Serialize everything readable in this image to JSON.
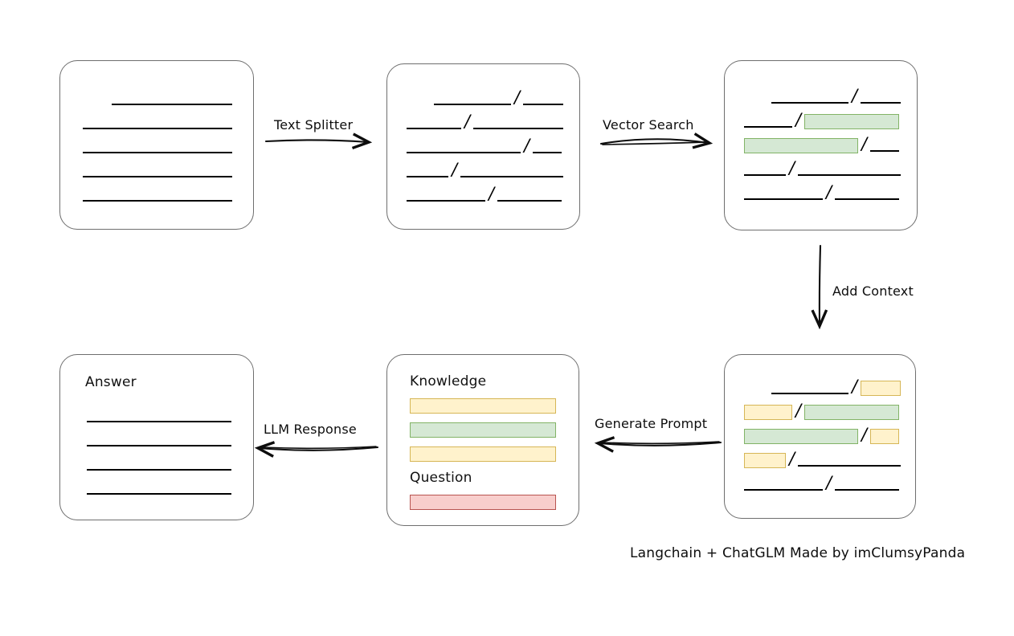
{
  "diagram": {
    "caption": "Langchain + ChatGLM Made by imClumsyPanda",
    "colors": {
      "green_fill": "#d5e8d4",
      "green_stroke": "#82b366",
      "yellow_fill": "#fff2cc",
      "yellow_stroke": "#d6b656",
      "red_fill": "#f8cecc",
      "red_stroke": "#b85450",
      "box_stroke": "#6e6e6e",
      "line_stroke": "#000000",
      "background": "#ffffff"
    },
    "nodes": [
      {
        "id": "source-document",
        "title": "",
        "rows": [
          {
            "segments": [
              {
                "type": "indent",
                "width": 36
              },
              {
                "type": "plain",
                "width": 150
              }
            ]
          },
          {
            "segments": [
              {
                "type": "plain",
                "width": 186
              }
            ]
          },
          {
            "segments": [
              {
                "type": "plain",
                "width": 186
              }
            ]
          },
          {
            "segments": [
              {
                "type": "plain",
                "width": 186
              }
            ]
          },
          {
            "segments": [
              {
                "type": "plain",
                "width": 186
              }
            ]
          }
        ]
      },
      {
        "id": "split-chunks",
        "title": "",
        "rows": [
          {
            "segments": [
              {
                "type": "indent",
                "width": 34
              },
              {
                "type": "plain",
                "width": 96
              },
              {
                "type": "slash",
                "mark": "/"
              },
              {
                "type": "plain",
                "width": 50
              }
            ]
          },
          {
            "segments": [
              {
                "type": "plain",
                "width": 68
              },
              {
                "type": "slash",
                "mark": "/"
              },
              {
                "type": "plain",
                "width": 112
              }
            ]
          },
          {
            "segments": [
              {
                "type": "plain",
                "width": 142
              },
              {
                "type": "slash",
                "mark": "/"
              },
              {
                "type": "plain",
                "width": 36
              }
            ]
          },
          {
            "segments": [
              {
                "type": "plain",
                "width": 52
              },
              {
                "type": "slash",
                "mark": "/"
              },
              {
                "type": "plain",
                "width": 128
              }
            ]
          },
          {
            "segments": [
              {
                "type": "plain",
                "width": 98
              },
              {
                "type": "slash",
                "mark": "/"
              },
              {
                "type": "plain",
                "width": 80
              }
            ]
          }
        ]
      },
      {
        "id": "vector-matched-chunks",
        "title": "",
        "rows": [
          {
            "segments": [
              {
                "type": "indent",
                "width": 34
              },
              {
                "type": "plain",
                "width": 96
              },
              {
                "type": "slash",
                "mark": "/"
              },
              {
                "type": "plain",
                "width": 50
              }
            ]
          },
          {
            "segments": [
              {
                "type": "plain",
                "width": 60
              },
              {
                "type": "slash",
                "mark": "/"
              },
              {
                "type": "green",
                "width": 118
              }
            ]
          },
          {
            "segments": [
              {
                "type": "green",
                "width": 142
              },
              {
                "type": "slash",
                "mark": "/"
              },
              {
                "type": "plain",
                "width": 36
              }
            ]
          },
          {
            "segments": [
              {
                "type": "plain",
                "width": 52
              },
              {
                "type": "slash",
                "mark": "/"
              },
              {
                "type": "plain",
                "width": 128
              }
            ]
          },
          {
            "segments": [
              {
                "type": "plain",
                "width": 98
              },
              {
                "type": "slash",
                "mark": "/"
              },
              {
                "type": "plain",
                "width": 80
              }
            ]
          }
        ]
      },
      {
        "id": "context-enriched-chunks",
        "title": "",
        "rows": [
          {
            "segments": [
              {
                "type": "indent",
                "width": 34
              },
              {
                "type": "plain",
                "width": 96
              },
              {
                "type": "slash",
                "mark": "/"
              },
              {
                "type": "yellow",
                "width": 50
              }
            ]
          },
          {
            "segments": [
              {
                "type": "yellow",
                "width": 60
              },
              {
                "type": "slash",
                "mark": "/"
              },
              {
                "type": "green",
                "width": 118
              }
            ]
          },
          {
            "segments": [
              {
                "type": "green",
                "width": 142
              },
              {
                "type": "slash",
                "mark": "/"
              },
              {
                "type": "yellow",
                "width": 36
              }
            ]
          },
          {
            "segments": [
              {
                "type": "yellow",
                "width": 52
              },
              {
                "type": "slash",
                "mark": "/"
              },
              {
                "type": "plain",
                "width": 128
              }
            ]
          },
          {
            "segments": [
              {
                "type": "plain",
                "width": 98
              },
              {
                "type": "slash",
                "mark": "/"
              },
              {
                "type": "plain",
                "width": 80
              }
            ]
          }
        ]
      },
      {
        "id": "prompt-panel",
        "sections": [
          {
            "heading": "Knowledge",
            "bars": [
              "yellow",
              "green",
              "yellow"
            ]
          },
          {
            "heading": "Question",
            "bars": [
              "red"
            ]
          }
        ]
      },
      {
        "id": "answer",
        "title": "Answer",
        "rows": [
          {
            "segments": [
              {
                "type": "plain",
                "width": 180
              }
            ]
          },
          {
            "segments": [
              {
                "type": "plain",
                "width": 180
              }
            ]
          },
          {
            "segments": [
              {
                "type": "plain",
                "width": 180
              }
            ]
          },
          {
            "segments": [
              {
                "type": "plain",
                "width": 180
              }
            ]
          }
        ]
      }
    ],
    "edges": [
      {
        "id": "text-splitter",
        "label": "Text Splitter",
        "direction": "right"
      },
      {
        "id": "vector-search",
        "label": "Vector Search",
        "direction": "right"
      },
      {
        "id": "add-context",
        "label": "Add Context",
        "direction": "down"
      },
      {
        "id": "generate-prompt",
        "label": "Generate Prompt",
        "direction": "left"
      },
      {
        "id": "llm-response",
        "label": "LLM Response",
        "direction": "left"
      }
    ],
    "labels": {
      "knowledge_heading": "Knowledge",
      "question_heading": "Question",
      "answer_heading": "Answer"
    }
  }
}
